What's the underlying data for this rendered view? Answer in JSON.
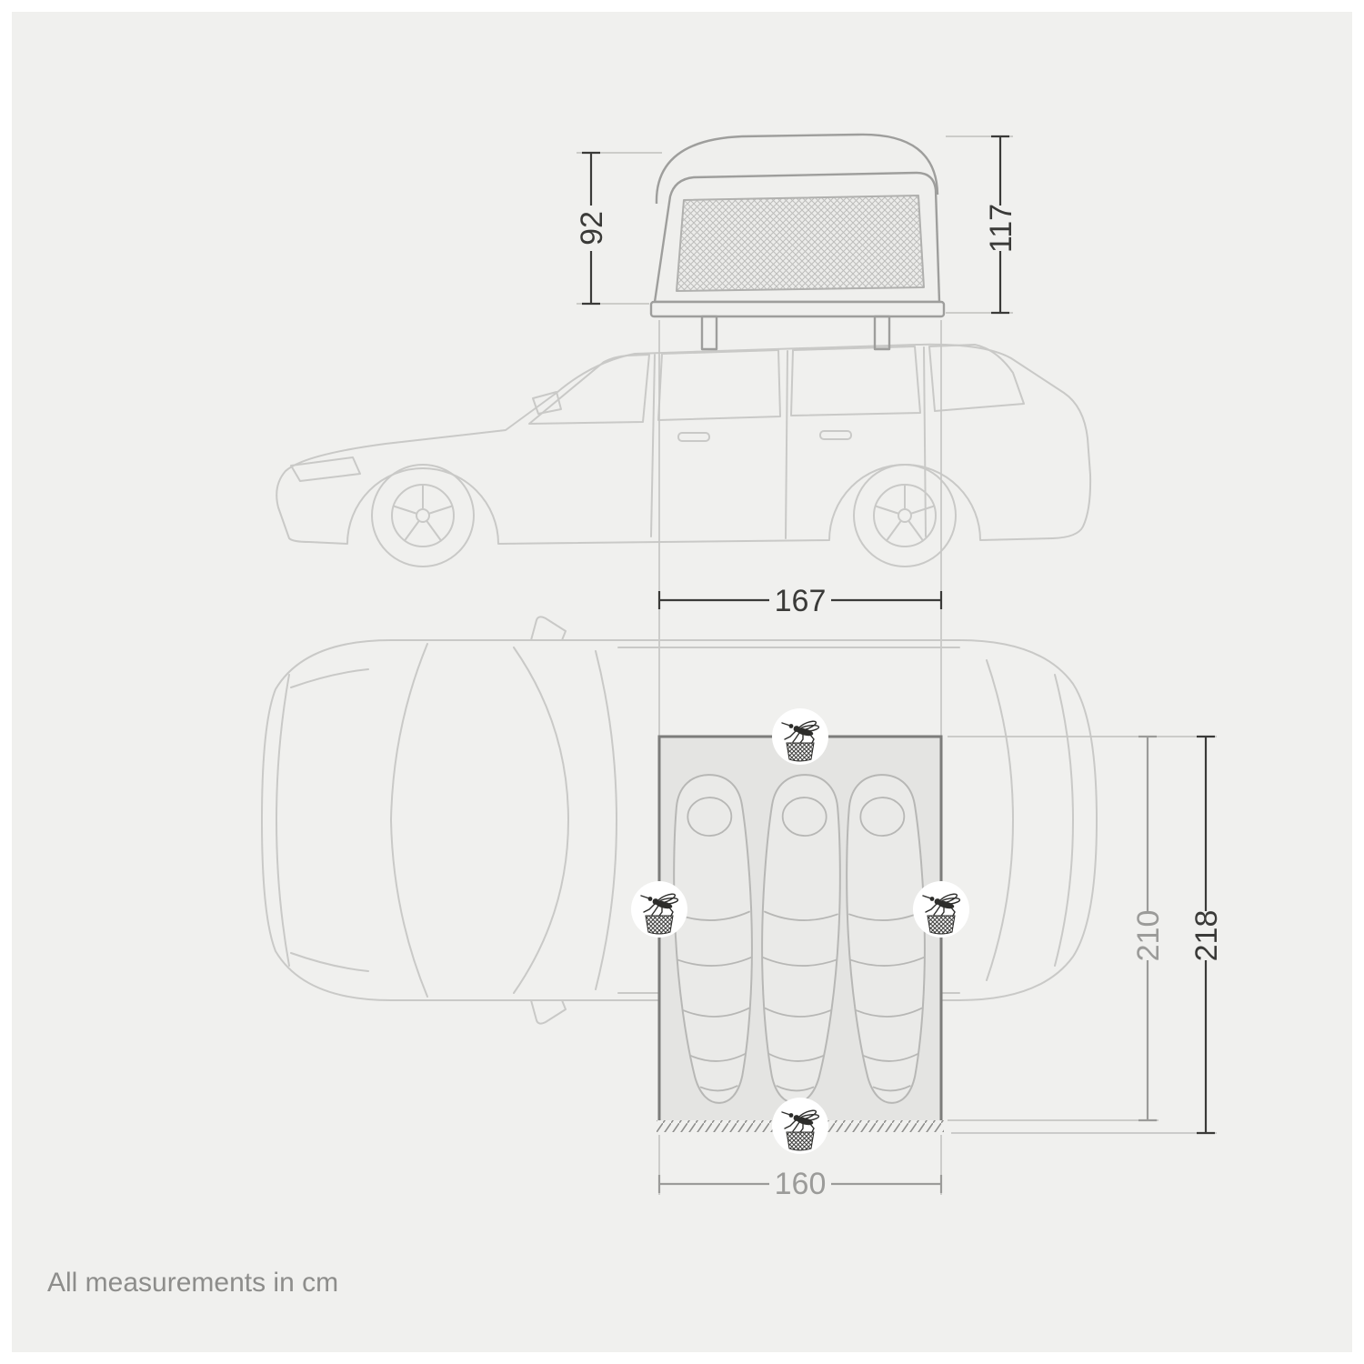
{
  "colors": {
    "background": "#f0f0ee",
    "frame": "#ffffff",
    "artwork_line": "#c9c9c7",
    "tent_line": "#9e9e9c",
    "floor_fill": "#e4e4e2",
    "bag_fill": "#eaeae8",
    "bag_line": "#b7b7b5",
    "dim_dark": "#3a3a38",
    "dim_gray": "#9b9b99",
    "icon_ink": "#2d2d2b",
    "icon_bg": "#ffffff"
  },
  "dimensions": {
    "inner_height": "92",
    "outer_height": "117",
    "length": "167",
    "floor_length": "210",
    "overall_length": "218",
    "floor_width": "160"
  },
  "icons": {
    "mosquito_net": "mosquito-net-icon"
  },
  "footnote": "All measurements in cm"
}
